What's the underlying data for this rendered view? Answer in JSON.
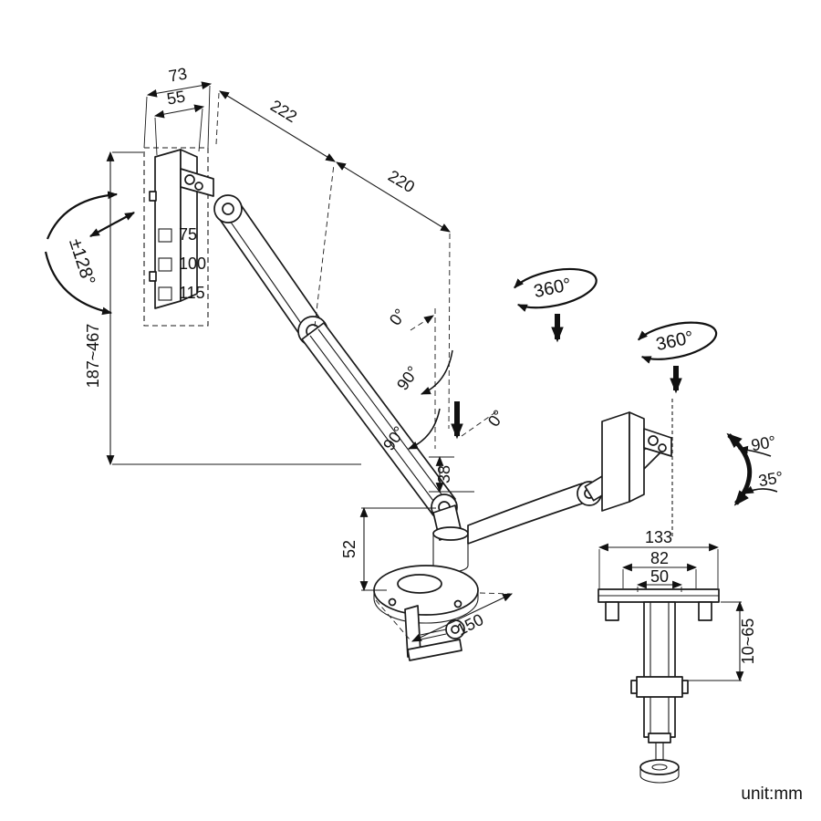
{
  "meta": {
    "unit_label": "unit:mm"
  },
  "colors": {
    "line": "#1a1a1a",
    "background": "#ffffff"
  },
  "labels": {
    "dim_73": "73",
    "dim_55": "55",
    "dim_222": "222",
    "dim_220": "220",
    "rot_pm128": "±128°",
    "vesa_75": "75",
    "vesa_100": "100",
    "vesa_115": "115",
    "dim_height_range": "187~467",
    "tilt_0_top": "0°",
    "tilt_90_upper": "90°",
    "tilt_90_lower": "90°",
    "tilt_0_right": "0°",
    "rot_360_left": "360°",
    "rot_360_right": "360°",
    "dim_38": "38",
    "dim_52": "52",
    "dim_150": "150",
    "pivot_90": "90°",
    "pivot_35": "35°",
    "clamp_133": "133",
    "clamp_82": "82",
    "clamp_50": "50",
    "clamp_thickness_range": "10~65"
  }
}
